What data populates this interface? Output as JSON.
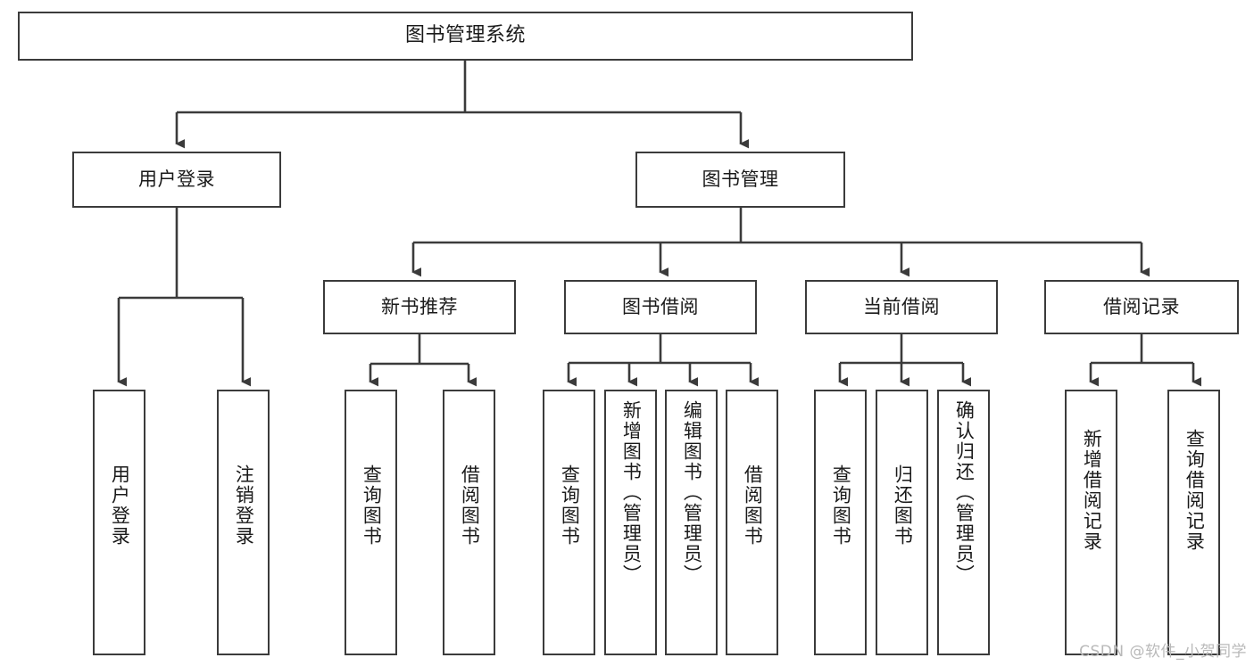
{
  "diagram": {
    "title": "图书管理系统",
    "watermark": "CSDN @软件_小贺同学",
    "nodes": {
      "root": {
        "label": "图书管理系统"
      },
      "level2": [
        {
          "id": "user-login",
          "label": "用户登录"
        },
        {
          "id": "book-manage",
          "label": "图书管理"
        }
      ],
      "level3": [
        {
          "id": "new-book-recommend",
          "label": "新书推荐"
        },
        {
          "id": "book-borrow",
          "label": "图书借阅"
        },
        {
          "id": "current-borrow",
          "label": "当前借阅"
        },
        {
          "id": "borrow-record",
          "label": "借阅记录"
        }
      ],
      "leaves": [
        {
          "id": "leaf-user-login",
          "label": "用户登录",
          "parent": "user-login"
        },
        {
          "id": "leaf-logout-login",
          "label": "注销登录",
          "parent": "user-login"
        },
        {
          "id": "leaf-query-book-1",
          "label": "查询图书",
          "parent": "new-book-recommend"
        },
        {
          "id": "leaf-borrow-book-1",
          "label": "借阅图书",
          "parent": "new-book-recommend"
        },
        {
          "id": "leaf-query-book-2",
          "label": "查询图书",
          "parent": "book-borrow"
        },
        {
          "id": "leaf-add-book",
          "label": "新增图书（管理员）",
          "parent": "book-borrow"
        },
        {
          "id": "leaf-edit-book",
          "label": "编辑图书（管理员）",
          "parent": "book-borrow"
        },
        {
          "id": "leaf-borrow-book-2",
          "label": "借阅图书",
          "parent": "book-borrow"
        },
        {
          "id": "leaf-query-book-3",
          "label": "查询图书",
          "parent": "current-borrow"
        },
        {
          "id": "leaf-return-book",
          "label": "归还图书",
          "parent": "current-borrow"
        },
        {
          "id": "leaf-confirm-return",
          "label": "确认归还（管理员）",
          "parent": "current-borrow"
        },
        {
          "id": "leaf-add-record",
          "label": "新增借阅记录",
          "parent": "borrow-record"
        },
        {
          "id": "leaf-query-record",
          "label": "查询借阅记录",
          "parent": "borrow-record"
        }
      ]
    },
    "colors": {
      "stroke": "#3b3b3b",
      "text": "#1a1a1a",
      "background": "#ffffff",
      "watermark": "#b9b9b9"
    }
  }
}
